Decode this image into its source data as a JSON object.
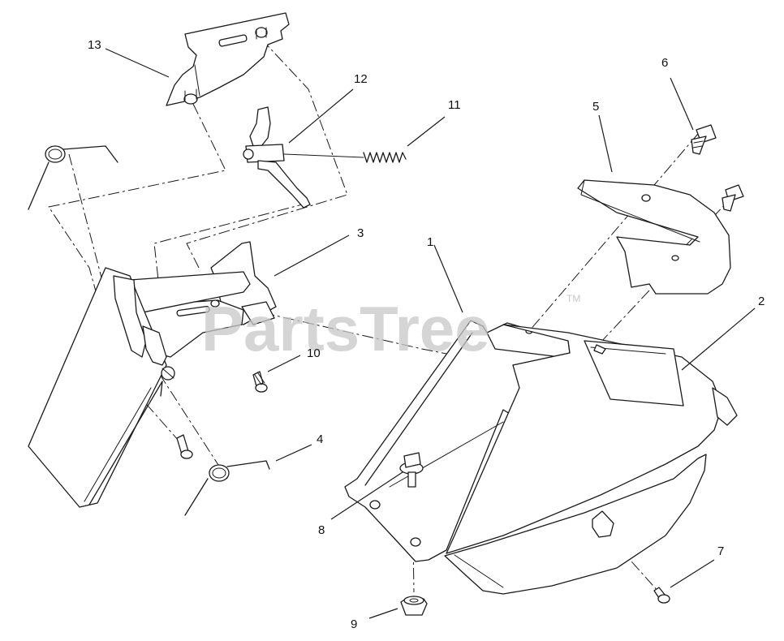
{
  "watermark": {
    "text": "PartsTree",
    "trademark": "TM"
  },
  "callouts": [
    {
      "id": "13",
      "label": "13"
    },
    {
      "id": "12",
      "label": "12"
    },
    {
      "id": "11",
      "label": "11"
    },
    {
      "id": "6",
      "label": "6"
    },
    {
      "id": "5",
      "label": "5"
    },
    {
      "id": "3",
      "label": "3"
    },
    {
      "id": "1",
      "label": "1"
    },
    {
      "id": "2",
      "label": "2"
    },
    {
      "id": "10",
      "label": "10"
    },
    {
      "id": "4",
      "label": "4"
    },
    {
      "id": "8",
      "label": "8"
    },
    {
      "id": "7",
      "label": "7"
    },
    {
      "id": "9",
      "label": "9"
    }
  ]
}
